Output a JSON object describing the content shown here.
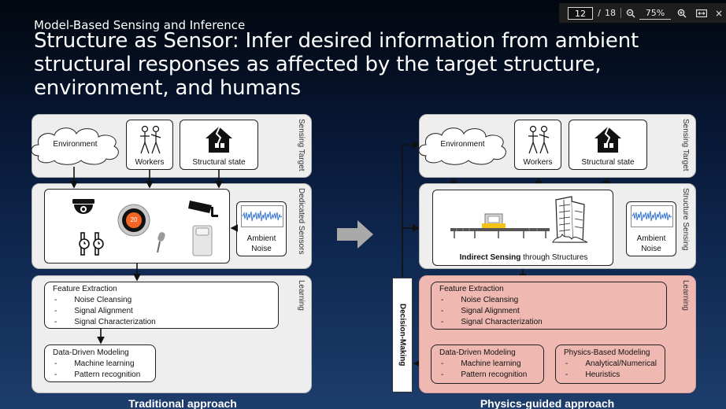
{
  "viewer": {
    "page_current": "12",
    "page_separator": "/",
    "page_total": "18",
    "zoom": "75%"
  },
  "slide": {
    "subtitle": "Model-Based Sensing and Inference",
    "title": "Structure as Sensor: Infer desired information from ambient structural responses as affected by the target structure, environment, and humans",
    "left": {
      "target_label": "Sensing Target",
      "sensors_label": "Dedicated Sensors",
      "learning_label": "Learning",
      "environment": "Environment",
      "workers": "Workers",
      "structural_state": "Structural state",
      "nest_value": "20",
      "ambient_noise": "Ambient Noise",
      "feature_title": "Feature Extraction",
      "feature_items": [
        "Noise Cleansing",
        "Signal Alignment",
        "Signal Characterization"
      ],
      "ddm_title": "Data-Driven Modeling",
      "ddm_items": [
        "Machine learning",
        "Pattern recognition"
      ],
      "footer": "Traditional approach"
    },
    "right": {
      "target_label": "Sensing Target",
      "sensing_label": "Structure Sensing",
      "learning_label": "Learning",
      "environment": "Environment",
      "workers": "Workers",
      "structural_state": "Structural state",
      "indirect_bold": "Indirect Sensing",
      "indirect_rest": " through Structures",
      "ambient_noise": "Ambient Noise",
      "feature_title": "Feature Extraction",
      "feature_items": [
        "Noise Cleansing",
        "Signal Alignment",
        "Signal Characterization"
      ],
      "ddm_title": "Data-Driven Modeling",
      "ddm_items": [
        "Machine learning",
        "Pattern recognition"
      ],
      "pbm_title": "Physics-Based Modeling",
      "pbm_items": [
        "Analytical/Numerical",
        "Heuristics"
      ],
      "decision": "Decision-Making",
      "footer": "Physics-guided approach"
    },
    "icons": [
      "cloud-icon",
      "workers-icon",
      "broken-house-icon",
      "dome-camera-icon",
      "thermostat-icon",
      "cctv-camera-icon",
      "smartwatch-icon",
      "microphone-icon",
      "motion-sensor-icon",
      "waveform-icon",
      "right-arrow-icon",
      "conveyor-icon",
      "building-icon"
    ],
    "colors": {
      "pink_panel": "#efb9b2",
      "panel": "#eeeeee",
      "waveform": "#3b78d8",
      "nest_orange": "#f26522"
    }
  }
}
